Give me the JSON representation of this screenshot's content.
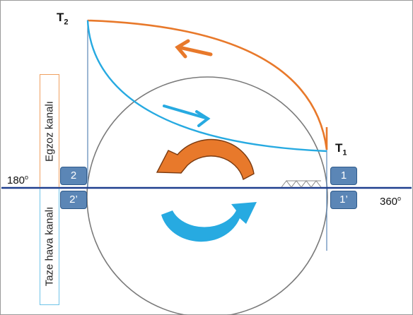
{
  "labels": {
    "t2": "T",
    "t2_sub": "2",
    "t1": "T",
    "t1_sub": "1",
    "angle_left": "180",
    "angle_left_sup": "o",
    "angle_right": "360",
    "angle_right_sup": "o"
  },
  "boxes": {
    "b2": "2",
    "b1": "1",
    "b2p": "2’",
    "b1p": "1’"
  },
  "channels": {
    "exhaust": "Egzoz kanalı",
    "fresh_air": "Taze hava kanalı"
  },
  "colors": {
    "orange": "#e8792b",
    "blue": "#27aae1",
    "axis": "#1f3f8f",
    "guide": "#5b86b6",
    "circle": "#7a7a7a",
    "exhaust_border": "#f0a060",
    "fresh_border": "#6fc3e8"
  }
}
